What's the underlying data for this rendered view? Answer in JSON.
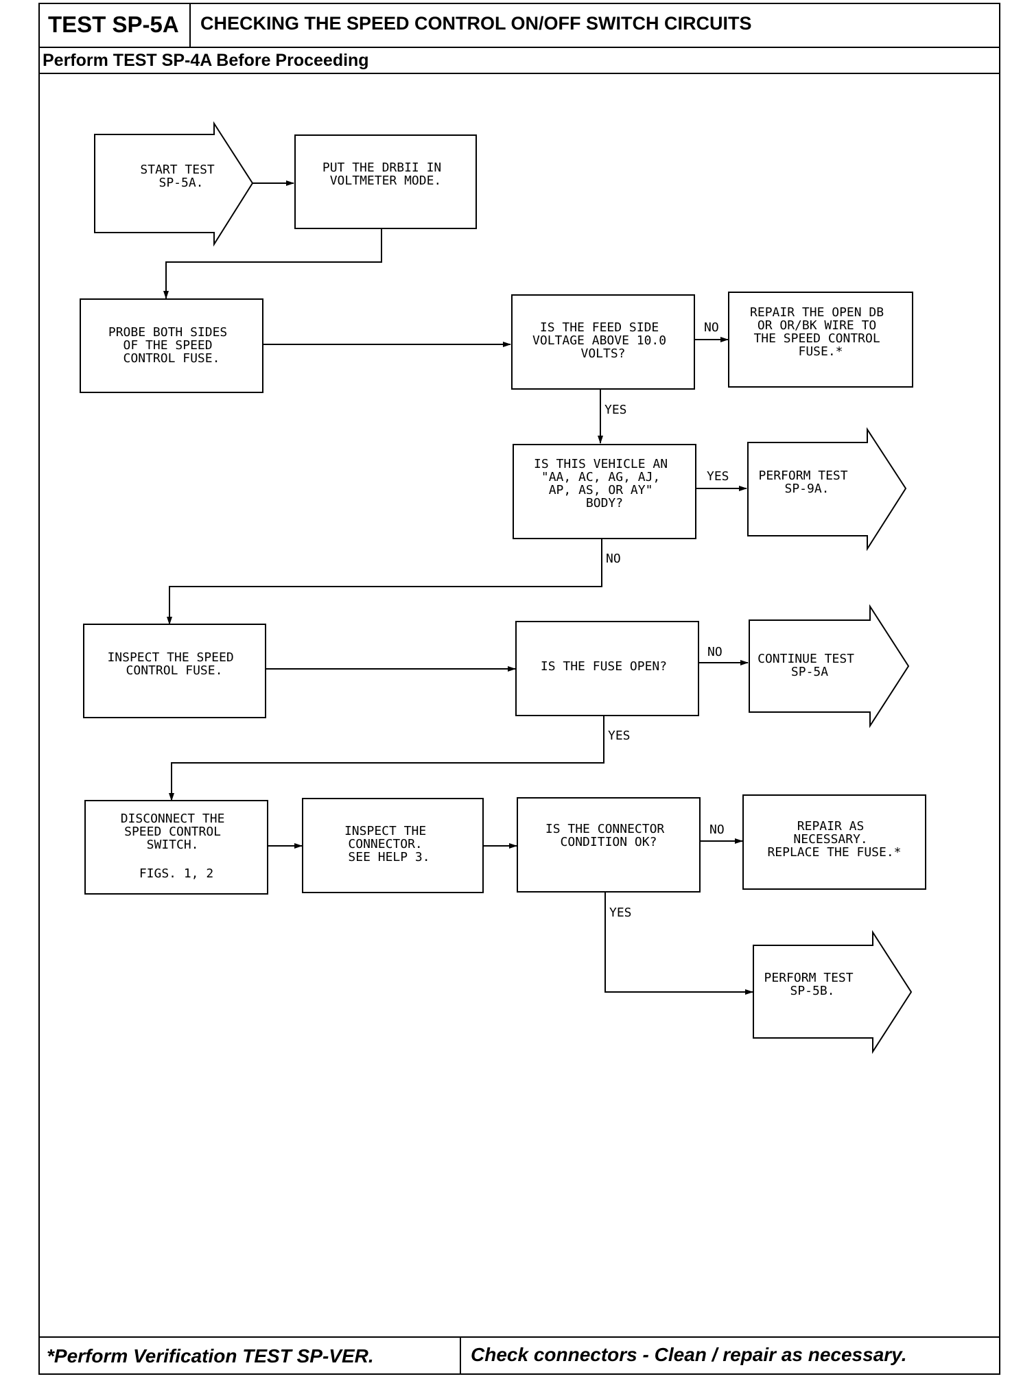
{
  "header": {
    "test_id": "TEST SP-5A",
    "title": "CHECKING THE SPEED CONTROL ON/OFF SWITCH CIRCUITS",
    "prerequisite": "Perform TEST SP-4A Before Proceeding"
  },
  "footer": {
    "note_left": "*Perform Verification TEST SP-VER.",
    "note_right": "Check connectors - Clean / repair as necessary."
  },
  "flow": {
    "start": [
      "START TEST",
      "SP-5A."
    ],
    "put_drb": [
      "PUT THE DRBII IN",
      "VOLTMETER MODE."
    ],
    "probe": [
      "PROBE BOTH SIDES",
      "OF THE SPEED",
      "CONTROL FUSE."
    ],
    "feed_q": [
      "IS THE FEED SIDE",
      "VOLTAGE ABOVE 10.0",
      "VOLTS?"
    ],
    "repair_db": [
      "REPAIR THE OPEN DB",
      "OR OR/BK WIRE TO",
      "THE SPEED CONTROL",
      "FUSE.*"
    ],
    "vehicle_q": [
      "IS THIS VEHICLE AN",
      "\"AA, AC, AG, AJ,",
      "AP, AS, OR AY\"",
      "BODY?"
    ],
    "perform_9a": [
      "PERFORM TEST",
      "SP-9A."
    ],
    "inspect_fuse": [
      "INSPECT THE SPEED",
      "CONTROL FUSE."
    ],
    "fuse_q": [
      "IS THE FUSE OPEN?"
    ],
    "continue_5a": [
      "CONTINUE TEST",
      "SP-5A"
    ],
    "disconnect": [
      "DISCONNECT THE",
      "SPEED CONTROL",
      "SWITCH.",
      "",
      "FIGS. 1, 2"
    ],
    "inspect_conn": [
      "INSPECT THE",
      "CONNECTOR.",
      "SEE HELP 3."
    ],
    "conn_q": [
      "IS THE CONNECTOR",
      "CONDITION OK?"
    ],
    "repair_nec": [
      "REPAIR AS",
      "NECESSARY.",
      "REPLACE THE FUSE.*"
    ],
    "perform_5b": [
      "PERFORM TEST",
      "SP-5B."
    ],
    "labels": {
      "no": "NO",
      "yes": "YES"
    }
  }
}
